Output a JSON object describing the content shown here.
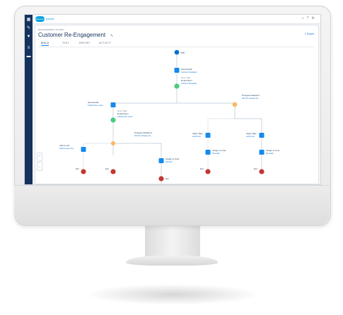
{
  "app": {
    "logo": "salesforce",
    "brand": "pardot"
  },
  "breadcrumb": "ENGAGEMENT STUDIO",
  "page_title": "Customer Re-Engagement",
  "export_label": "Export",
  "tabs": [
    {
      "label": "BUILD",
      "active": true
    },
    {
      "label": "TEST",
      "active": false
    },
    {
      "label": "REPORT",
      "active": false
    },
    {
      "label": "ACTIVITY",
      "active": false
    }
  ],
  "colors": {
    "rail": "#16325c",
    "action": "#1589ee",
    "trigger": "#4bca81",
    "rule": "#ffb75d",
    "end": "#c23934",
    "start": "#0070d2"
  },
  "flow": {
    "start": "Start",
    "send_email_1": {
      "title": "Send Email",
      "sub": "Customer Newsletter"
    },
    "wait_1": "Up to 7 days",
    "email_open_1": {
      "title": "Email Open",
      "sub": "Customer Newsletter"
    },
    "send_email_2": {
      "title": "Send Email",
      "sub": "6 Month stay, renew"
    },
    "wait_2": "Up to 7 days",
    "email_open_2": {
      "title": "Email Open",
      "sub": "6 Month stay, renew"
    },
    "prospect_rule_right": {
      "title": "Prospect Default F...",
      "sub": "Has The company ha..."
    },
    "prospect_rule_mid": {
      "title": "Prospect Default F...",
      "sub": "Has The company ha..."
    },
    "add_to_list": {
      "title": "Add to List",
      "sub": "Inactive users Imp..."
    },
    "apply_tags_1": {
      "title": "Apply Tags",
      "sub": "at-risk Impr."
    },
    "apply_tags_2": {
      "title": "Apply Tags",
      "sub": "at-risk Impr."
    },
    "assign_user_1": {
      "title": "Assign to User",
      "sub": "Renewals"
    },
    "assign_user_2": {
      "title": "Assign to User",
      "sub": "Renewals"
    },
    "assign_user_3": {
      "title": "Assign to User",
      "sub": "AE Team"
    },
    "end_label": "End"
  },
  "zoom_controls": [
    "+",
    "⤢",
    "−"
  ]
}
